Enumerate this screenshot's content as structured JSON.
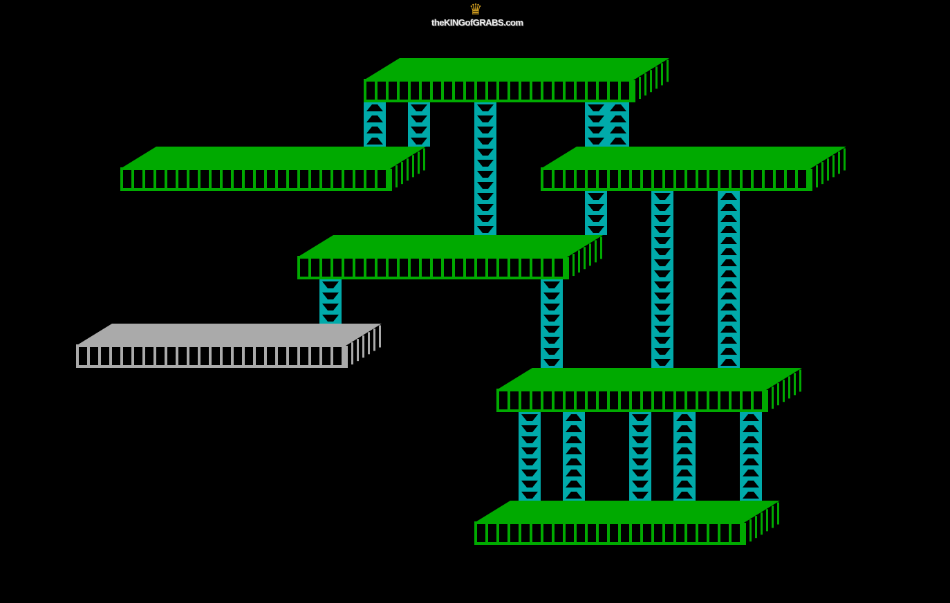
{
  "logo": {
    "text": "theKINGofGRABS.com",
    "icon": "crown-icon"
  },
  "colors": {
    "background": "#000000",
    "platform": "#00AA00",
    "platform_inactive": "#AAAAAA",
    "ladder": "#00AAAA"
  },
  "platforms": [
    {
      "id": "top",
      "state": "active"
    },
    {
      "id": "upper-left",
      "state": "active"
    },
    {
      "id": "upper-right",
      "state": "active"
    },
    {
      "id": "middle",
      "state": "active"
    },
    {
      "id": "left-grey",
      "state": "inactive"
    },
    {
      "id": "lower",
      "state": "active"
    },
    {
      "id": "bottom",
      "state": "active"
    }
  ],
  "ladders": [
    {
      "dir": "up"
    },
    {
      "dir": "down"
    },
    {
      "dir": "down"
    },
    {
      "dir": "down"
    },
    {
      "dir": "up"
    },
    {
      "dir": "down"
    },
    {
      "dir": "down"
    },
    {
      "dir": "up"
    },
    {
      "dir": "down"
    },
    {
      "dir": "down"
    },
    {
      "dir": "down"
    },
    {
      "dir": "up"
    },
    {
      "dir": "down"
    },
    {
      "dir": "up"
    },
    {
      "dir": "up"
    }
  ]
}
